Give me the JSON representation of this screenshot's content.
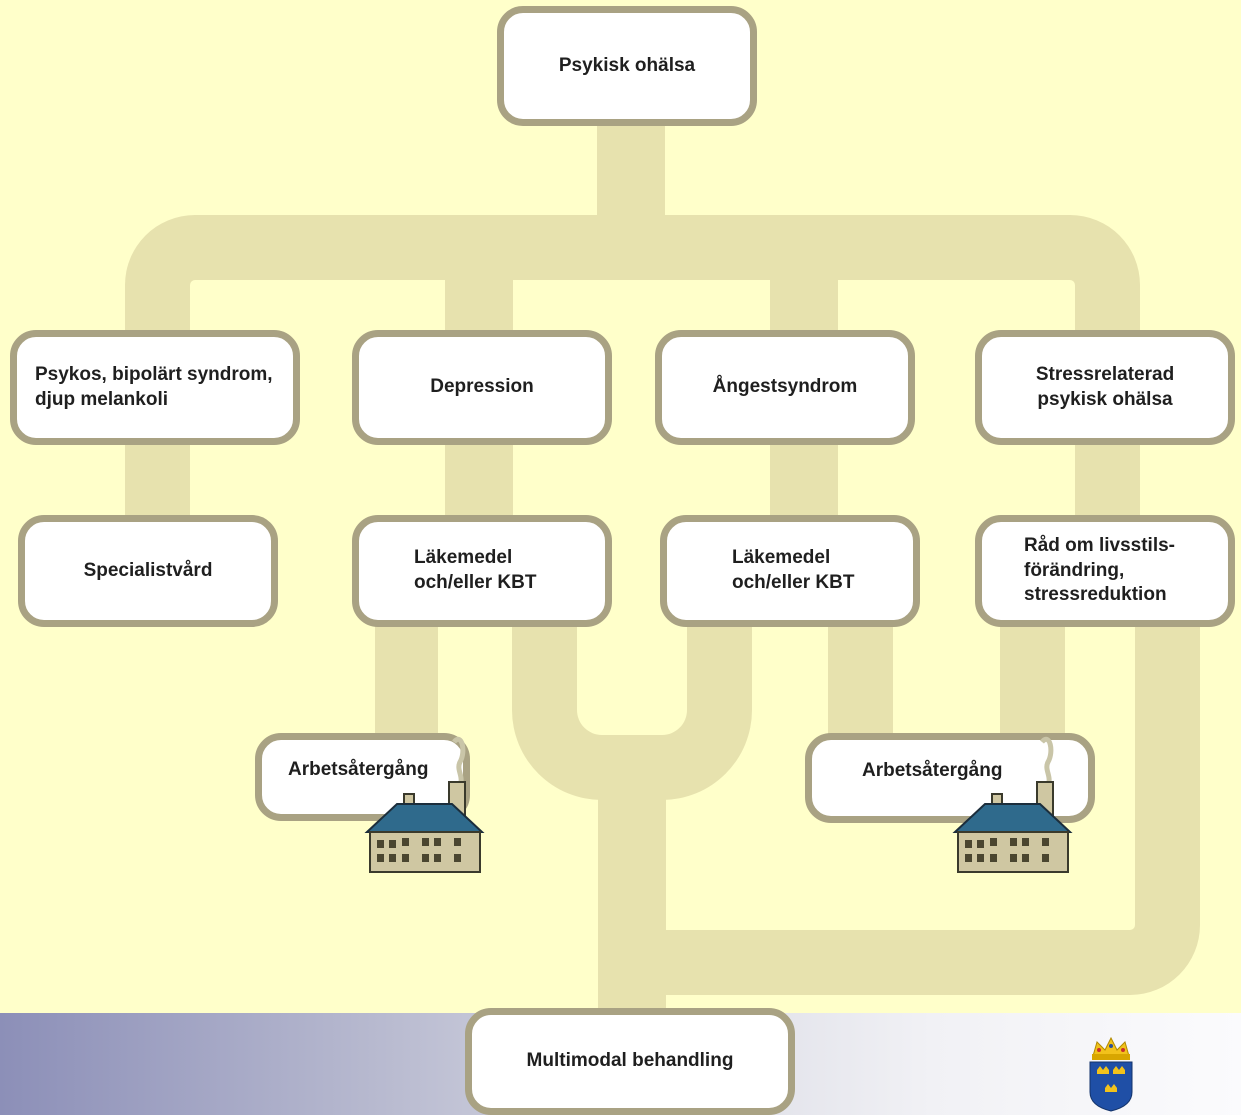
{
  "diagram": {
    "root": "Psykisk ohälsa",
    "conditions": [
      "Psykos, bipolärt syndrom,\ndjup melankoli",
      "Depression",
      "Ångestsyndrom",
      "Stressrelaterad\npsykisk ohälsa"
    ],
    "treatments": [
      "Specialistvård",
      "Läkemedel\noch/eller KBT",
      "Läkemedel\noch/eller KBT",
      "Råd om livsstils-\nförändring,\nstressreduktion"
    ],
    "outcomes": [
      "Arbetsåtergång",
      "Arbetsåtergång"
    ],
    "final": "Multimodal behandling"
  },
  "colors": {
    "background": "#ffffca",
    "pipe": "#e7e2ae",
    "node_border": "#a9a283",
    "node_fill": "#ffffff",
    "roof": "#2f6a8c",
    "building": "#cfc7a2"
  },
  "icons": [
    "factory-icon",
    "factory-icon",
    "swedish-government-crest-icon"
  ]
}
